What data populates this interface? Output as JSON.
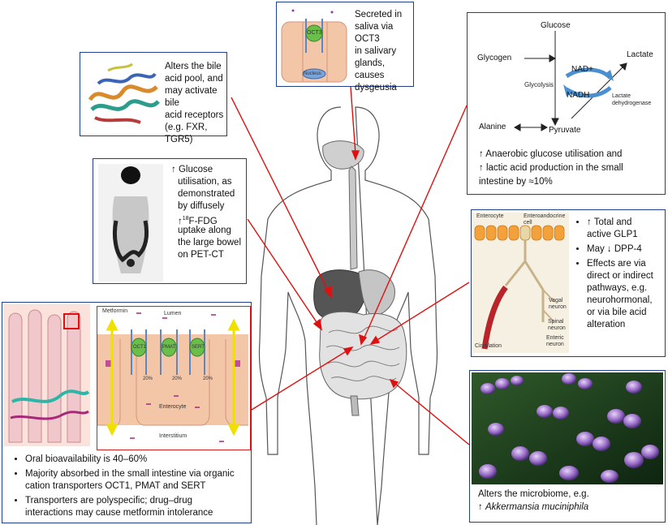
{
  "top_saliva": {
    "text": "Secreted in\nsaliva via OCT3\nin salivary\nglands, causes\ndysgeusia",
    "transporter": "OCT3",
    "nucleus": "Nucleus"
  },
  "bile_acid": {
    "text": "Alters the bile\nacid pool, and\nmay activate bile\nacid receptors\n(e.g. FXR, TGR5)"
  },
  "glucose_pet": {
    "line1": "↑  Glucose",
    "rest": "utilisation, as\ndemonstrated\nby diffusely",
    "fdg_pre": "↑",
    "fdg_sup": "18",
    "fdg_post": "F-FDG",
    "rest2": "uptake along\nthe large bowel\non PET-CT"
  },
  "glycolysis": {
    "glucose": "Glucose",
    "glycogen": "Glycogen",
    "lactate": "Lactate",
    "nad": "NAD+",
    "nadh": "NADH",
    "glycolysis": "Glycolysis",
    "ldh": "Lactate\ndehydrogenase",
    "alanine": "Alanine",
    "pyruvate": "Pyruvate",
    "caption": "↑ Anaerobic glucose utilisation and\n↑ lactic acid production in the small\nintestine by ≈10%"
  },
  "glp1": {
    "enterocyte": "Enterocyte",
    "eec": "Enteroandocrine\ncell",
    "vagal": "Vagal\nneuron",
    "spinal": "Spinal\nneuron",
    "enteric": "Enteric\nneuron",
    "circulation": "Circulation",
    "bullets": [
      "↑ Total and\nactive GLP1",
      "May ↓ DPP-4",
      "Effects are via\ndirect or indirect\npathways, e.g.\nneurohormonal,\nor via bile acid\nalteration"
    ]
  },
  "absorption": {
    "metformin": "Metformin",
    "lumen": "Lumen",
    "oct1": "OCT1",
    "pmat": "PMAT",
    "sert": "SERT",
    "pct1": "20%",
    "pct2": "20%",
    "pct3": "20%",
    "enterocyte": "Enterocyte",
    "interstitium": "Interstitium",
    "bullets": [
      "Oral bioavailability is 40–60%",
      "Majority absorbed in the small intestine via organic\ncation transporters OCT1, PMAT and SERT",
      "Transporters are polyspecific; drug–drug\ninteractions may cause metformin intolerance"
    ]
  },
  "microbiome": {
    "line1": "Alters the microbiome, e.g.",
    "line2_pre": "↑ ",
    "species": "Akkermansia muciniphila"
  },
  "colors": {
    "border": "#1f3f8f",
    "connector": "#e01010",
    "organ": "#d8d8d8",
    "cell": "#f3c6a8",
    "bacteria": "#9b6fc9"
  }
}
